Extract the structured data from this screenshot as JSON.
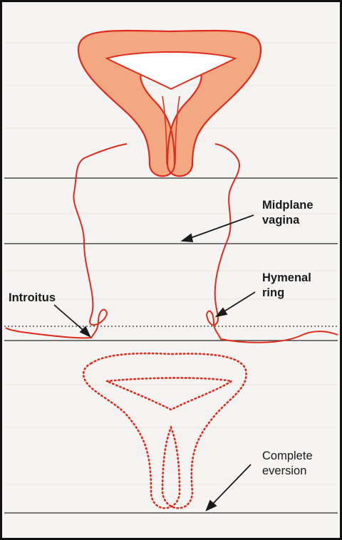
{
  "labels": {
    "midplane_line1": "Midplane",
    "midplane_line2": "vagina",
    "hymenal_line1": "Hymenal",
    "hymenal_line2": "ring",
    "introitus": "Introitus",
    "complete_line1": "Complete",
    "complete_line2": "eversion"
  },
  "colors": {
    "outline": "#e02b1b",
    "uterus_fill": "#f4a882",
    "guide_line": "#2b2b2b",
    "text": "#1a1a1a"
  }
}
